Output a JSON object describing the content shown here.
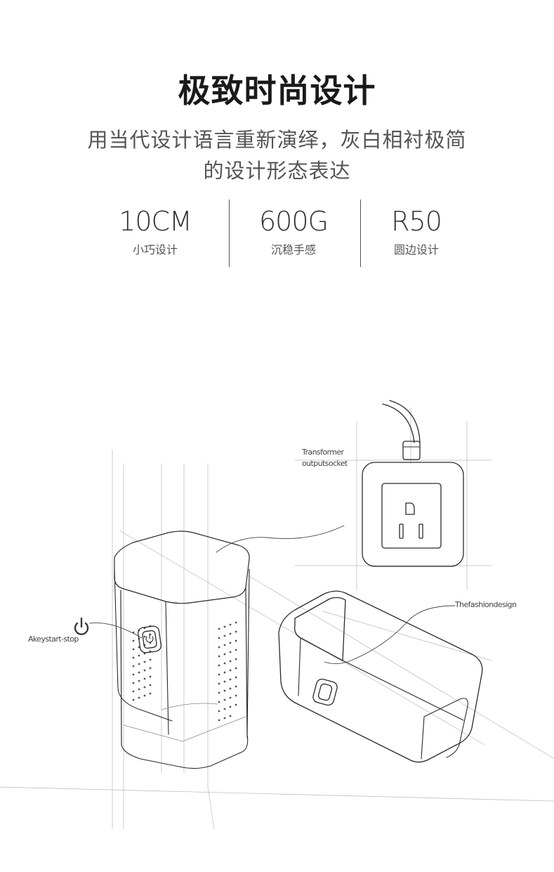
{
  "heading": {
    "title": "极致时尚设计",
    "subtitle": "用当代设计语言重新演绎，灰白相衬极简的设计形态表达"
  },
  "specs": [
    {
      "value": "10CM",
      "label": "小巧设计"
    },
    {
      "value": "600G",
      "label": "沉稳手感"
    },
    {
      "value": "R50",
      "label": "圆边设计"
    }
  ],
  "callouts": {
    "socket_line1": "Transformer",
    "socket_line2": "outputsocket",
    "fashion": "Thefashiondesign",
    "power": "Akeystart-stop"
  },
  "colors": {
    "background": "#ffffff",
    "title": "#1a1a1a",
    "text": "#555555",
    "sketch_line": "#2a2a2a"
  },
  "icons": [
    "power-icon",
    "power-button-icon",
    "outlet-icon"
  ]
}
